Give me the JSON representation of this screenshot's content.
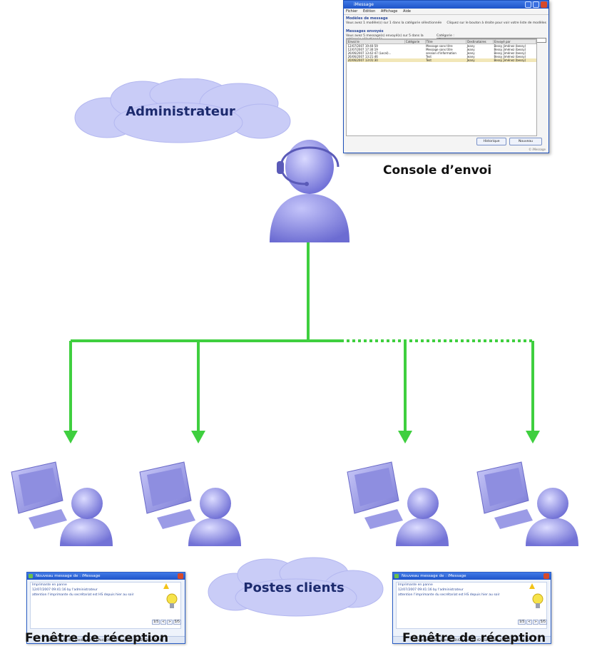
{
  "admin_label": "Administrateur",
  "console_caption": "Console d’envoi",
  "clients_label": "Postes clients",
  "reception_caption_left": "Fenêtre de réception",
  "reception_caption_right": "Fenêtre de réception",
  "colors": {
    "link_line": "#3fcf3f",
    "cloud": "#c9ccf7",
    "figure": "#8f8fe6"
  },
  "icons": [
    "cloud-shape",
    "user-headset-icon",
    "computer-user-icon",
    "arrow-down-icon",
    "warning-icon",
    "lightbulb-icon"
  ],
  "console_window": {
    "title": "iMessage",
    "menu": [
      "Fichier",
      "Edition",
      "Affichage",
      "Aide"
    ],
    "section_models": "Modèles de message",
    "models_info": "Vous avez 1 modèle(s) sur 1 dans la catégorie sélectionnée",
    "models_hint": "Cliquez sur le bouton à droite pour voir votre liste de modèles",
    "section_sent": "Messages envoyés",
    "sent_info": "Vous avez 5 message(s) envoyé(s) sur 5 dans la catégorie sélectionnée",
    "category_label": "Catégorie :",
    "category_value": "Toutes",
    "columns": [
      "Envoi le",
      "Catégorie",
      "Titre",
      "Destinataires",
      "Envoyé par"
    ],
    "rows": [
      [
        "12/07/2007 19:40:59",
        "",
        "Message sans titre",
        "Jeany",
        "Bessy Jiménez (bessy)"
      ],
      [
        "12/07/2007 17:30:19",
        "",
        "Message sans titre",
        "Jeany",
        "Bessy Jiménez (bessy)"
      ],
      [
        "26/06/2007 13:42:47 (Local)...",
        "",
        "session d'information",
        "Jeany",
        "Bessy Jiménez (bessy)"
      ],
      [
        "26/06/2007 13:21:46",
        "",
        "Test",
        "Jeany",
        "Bessy Jiménez (bessy)"
      ],
      [
        "20/06/2007 13:01:30",
        "",
        "Test",
        "Jeany",
        "Bessy Jiménez (bessy)"
      ]
    ],
    "btn_left": "Historique",
    "btn_right": "Nouveau",
    "footer": "© iMessage"
  },
  "reception_window": {
    "title": "Nouveau message de : iMessage",
    "line1": "Imprimante en panne",
    "line2": "12/07/2007 09:41:16 by l'administrateur",
    "line3": "attention l'imprimante du secrétariat est HS depuis hier au soir",
    "nav": [
      "1/5",
      "<",
      ">",
      "5/5"
    ],
    "status": "Bruxelles 09:42 | London 08:42 | Paris 09:42 | Singapore 15:42 | Tokyo 16:42"
  }
}
